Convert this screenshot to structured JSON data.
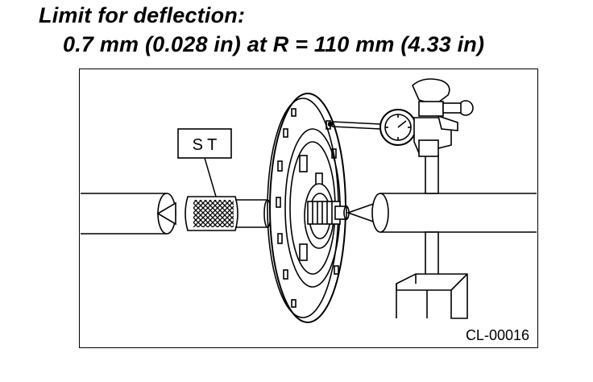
{
  "heading": {
    "line1": "Limit for deflection:",
    "line2": "0.7 mm (0.028 in) at R = 110 mm (4.33 in)"
  },
  "figure": {
    "tool_label": "S T",
    "figure_code": "CL-00016"
  }
}
